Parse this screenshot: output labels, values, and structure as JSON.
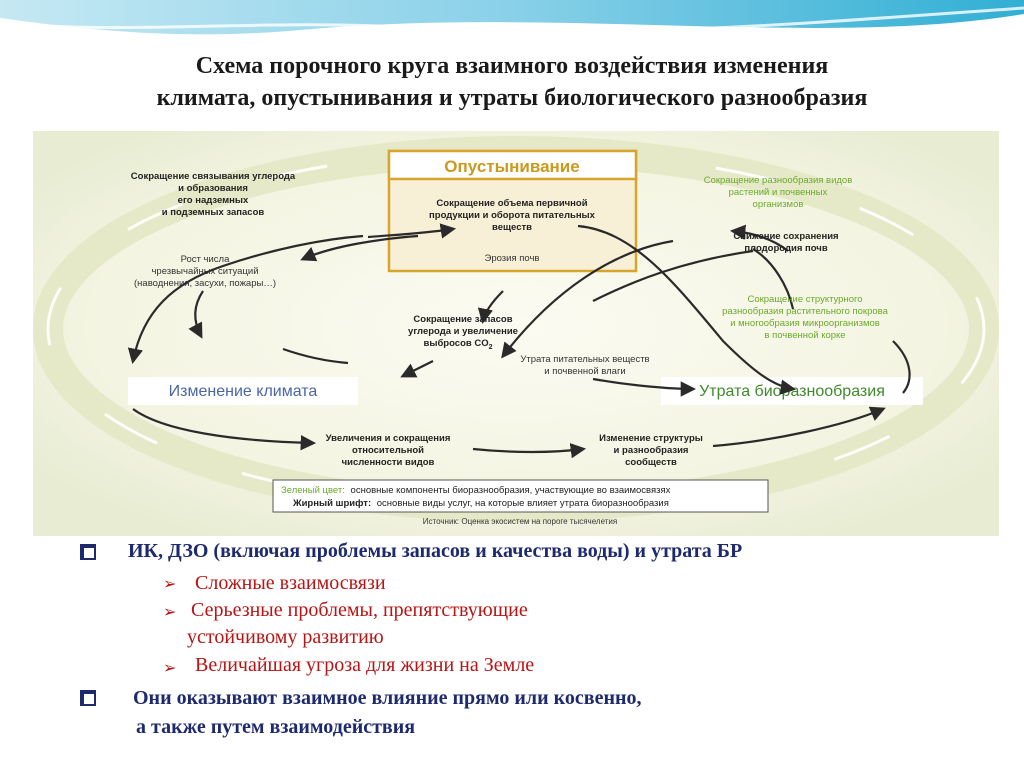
{
  "colors": {
    "accent_blue": "#1e2a6e",
    "accent_red": "#b81414",
    "green": "#6aaa2a",
    "desert_gold": "#d7a52b",
    "climate_label": "#4a66a6"
  },
  "slide": {
    "title_line1": "Схема порочного круга взаимного воздействия изменения",
    "title_line2": "климата, опустынивания и утраты биологического разнообразия"
  },
  "diagram": {
    "desert_box_title": "Опустынивание",
    "climate_label": "Изменение климата",
    "biodiv_label": "Утрата биоразнообразия",
    "carbon_binding": [
      "Сокращение связывания углерода",
      "и образования",
      "его надземных",
      "и подземных запасов"
    ],
    "primary_prod": [
      "Сокращение объема первичной",
      "продукции и оборота питательных",
      "веществ"
    ],
    "species_div": [
      "Сокращение разнообразия видов",
      "растений и почвенных",
      "организмов"
    ],
    "fertility": [
      "Снижение сохранения",
      "плодородия почв"
    ],
    "extreme_events": [
      "Рост числа",
      "чрезвычайных ситуаций",
      "(наводнения, засухи, пожары…)"
    ],
    "erosion": "Эрозия почв",
    "structural_div": [
      "Сокращение структурного",
      "разнообразия растительного покрова",
      "и многообразия микроорганизмов",
      "в почвенной корке"
    ],
    "carbon_stocks": [
      "Сокращение запасов",
      "углерода и увеличение"
    ],
    "co2_line": "выбросов CO",
    "co2_sub": "2",
    "nutrient_loss": [
      "Утрата питательных веществ",
      "и почвенной влаги"
    ],
    "species_abundance": [
      "Увеличения и сокращения",
      "относительной",
      "численности видов"
    ],
    "community_structure": [
      "Изменение структуры",
      "и разнообразия",
      "сообществ"
    ],
    "legend_green_label": "Зеленый цвет:",
    "legend_green_text": "основные компоненты биоразнообразия, участвующие во взаимосвязях",
    "legend_bold_label": "Жирный шрифт:",
    "legend_bold_text": "основные виды услуг, на которые влияет утрата биоразнообразия",
    "source": "Источник: Оценка экосистем на пороге тысячелетия"
  },
  "bullets": {
    "b1": "ИК, ДЗО (включая проблемы запасов и качества воды) и утрата БР",
    "b1_sub1": "Сложные взаимосвязи",
    "b1_sub2_line1": "Серьезные проблемы, препятствующие",
    "b1_sub2_line2": "устойчивому развитию",
    "b1_sub3": "Величайшая угроза для жизни на Земле",
    "b2_line1": "Они оказывают взаимное влияние прямо или косвенно,",
    "b2_line2": "а также путем взаимодействия"
  },
  "icons": {
    "square_bullet": "hollow-square",
    "arrow_bullet": "arrowhead-right"
  }
}
